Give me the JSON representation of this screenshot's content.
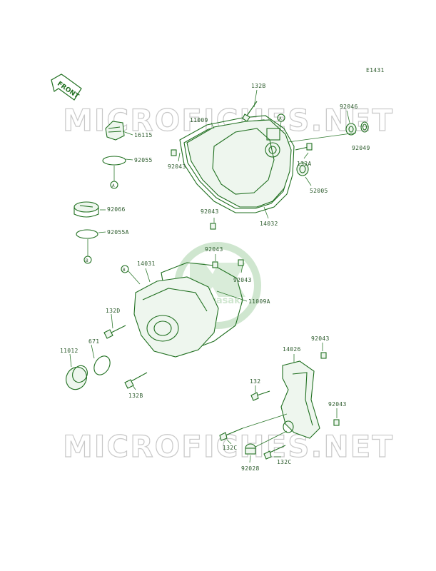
{
  "diagram_id": "E1431",
  "front_label": "FRONT",
  "watermark": "MICROFICHES.NET",
  "logo_text": "Kawasaki",
  "labels": {
    "l_132b_top": "132B",
    "l_92046": "92046",
    "l_11009": "11009",
    "l_16115": "16115",
    "l_92055": "92055",
    "l_a1": "A",
    "l_a2": "A",
    "l_92043_a": "92043",
    "l_132a": "132A",
    "l_92049": "92049",
    "l_52005": "52005",
    "l_92066": "92066",
    "l_92043_b": "92043",
    "l_14032": "14032",
    "l_92055a": "92055A",
    "l_b1": "B",
    "l_b2": "B",
    "l_92043_c": "92043",
    "l_14031": "14031",
    "l_92043_d": "92043",
    "l_11009a": "11009A",
    "l_132d": "132D",
    "l_671": "671",
    "l_11012": "11012",
    "l_132b_bot": "132B",
    "l_92043_e": "92043",
    "l_14026": "14026",
    "l_132": "132",
    "l_92043_f": "92043",
    "l_132c_a": "132C",
    "l_92028": "92028",
    "l_132c_b": "132C"
  },
  "colors": {
    "line": "#1f6f1f",
    "label": "#2b5a2b",
    "watermark": "#c8c8c8"
  }
}
